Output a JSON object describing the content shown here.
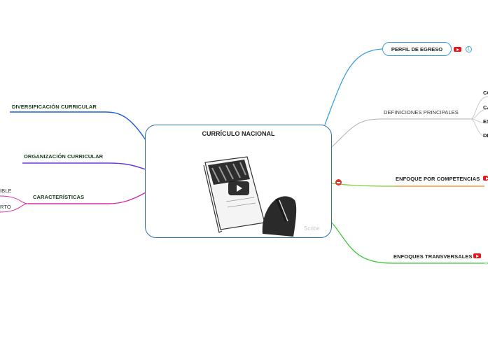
{
  "central": {
    "title": "CURRÍCULO NACIONAL",
    "video_watermark": "Scribe",
    "video_icon": "play-icon"
  },
  "branches": {
    "perfil": "PERFIL DE EGRESO",
    "definiciones": "DEFINICIONES PRINCIPALES",
    "enfoque_competencias": "ENFOQUE POR COMPETENCIAS",
    "enfoques_transversales": "ENFOQUES TRANSVERSALES",
    "diversificacion": "DIVERSIFICACIÓN CURRICULAR",
    "organizacion": "ORGANIZACIÓN CURRICULAR",
    "caracteristicas": "CARACTERÍSTICAS"
  },
  "definiciones_children": [
    "CO",
    "CA",
    "ES",
    "DE"
  ],
  "caracteristicas_children": [
    "IBLE",
    "RTO"
  ],
  "badges": {
    "perfil_count": "1"
  },
  "colors": {
    "central_border": "#2b6fb3",
    "perfil": "#3aa0dd",
    "definiciones": "#b0b0b0",
    "enfoque_competencias": "#e98a1e",
    "enfoque_competencias_link": "#7ad13a",
    "enfoques_transversales": "#3ec93e",
    "diversificacion": "#1e5fd6",
    "organizacion": "#6a3ad6",
    "caracteristicas": "#d62ca5",
    "youtube": "#e3171d"
  }
}
